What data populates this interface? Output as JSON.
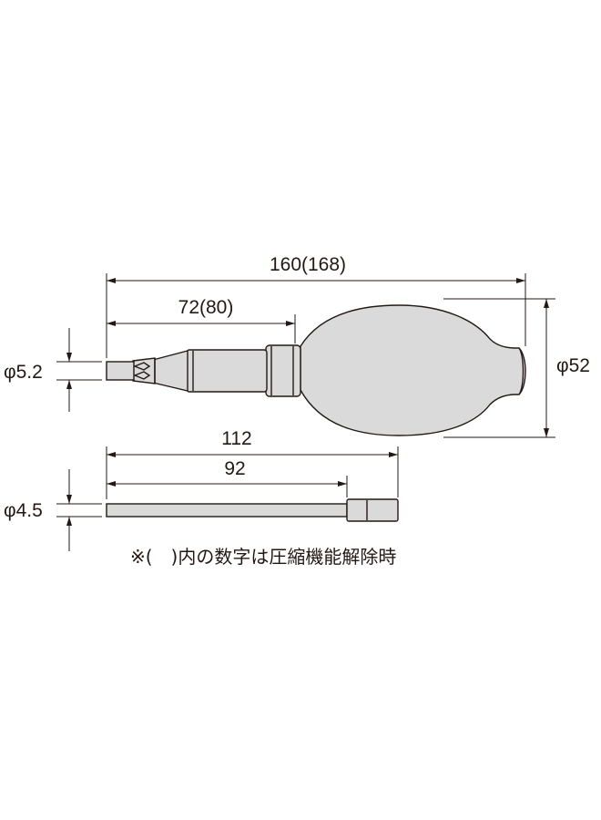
{
  "dimensions": {
    "overall_length": "160(168)",
    "nozzle_length": "72(80)",
    "nozzle_diameter": "φ5.2",
    "bulb_diameter": "φ52",
    "brush_length": "112",
    "brush_shaft_length": "92",
    "brush_diameter": "φ4.5"
  },
  "note": "※(　)内の数字は圧縮機能解除時",
  "colors": {
    "line": "#231815",
    "fill": "#dadada",
    "background": "#ffffff"
  }
}
